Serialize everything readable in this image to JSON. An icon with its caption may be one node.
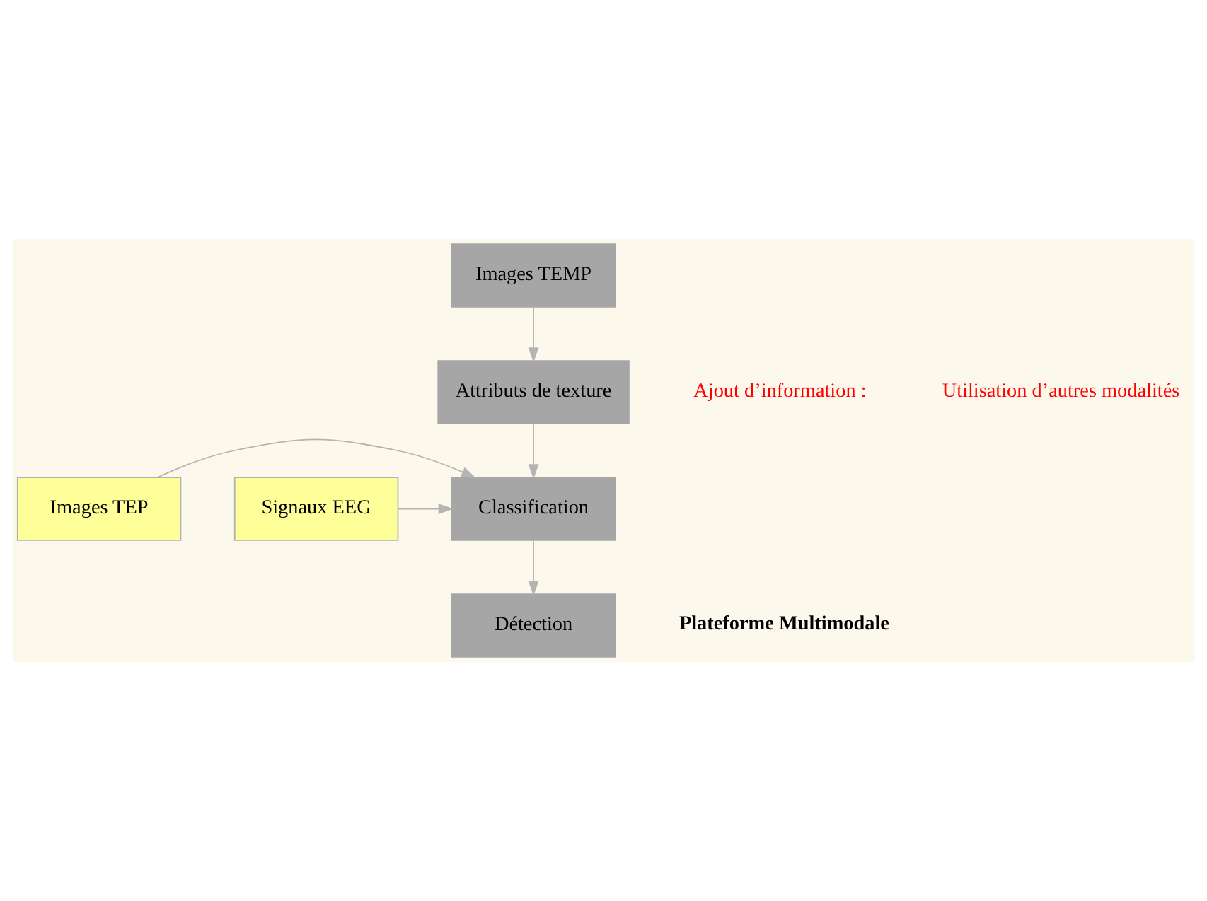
{
  "diagram": {
    "nodes": [
      {
        "text": [
          "Images TEMP"
        ]
      },
      {
        "text": [
          "Attributs de texture"
        ]
      },
      {
        "text": [
          "Classification"
        ]
      },
      {
        "text": [
          "Détection"
        ]
      },
      {
        "text": [
          "Images TEP"
        ]
      },
      {
        "text": [
          "Signaux EEG"
        ]
      }
    ],
    "edges": [
      {
        "from": 0,
        "to": 1,
        "arrow": "to"
      },
      {
        "from": 1,
        "to": 2,
        "arrow": "to"
      },
      {
        "from": 2,
        "to": 3,
        "arrow": "to"
      },
      {
        "from": 4,
        "to": 2,
        "arrow": "to"
      },
      {
        "from": 5,
        "to": 2,
        "arrow": "to"
      }
    ],
    "labels": [
      "Ajout d’information :",
      "Utilisation d’autres modalités",
      "Plateforme Multimodale"
    ]
  }
}
